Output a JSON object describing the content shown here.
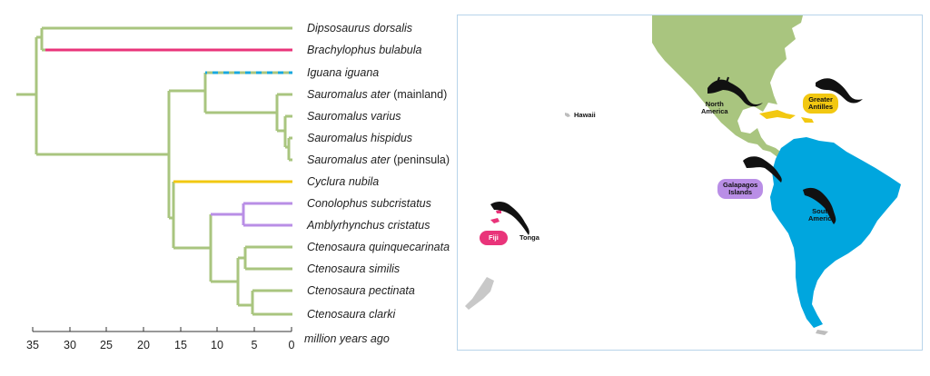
{
  "colors": {
    "tree_default": "#a9c57f",
    "fiji": "#e9347a",
    "greater_antilles": "#f2c811",
    "galapagos": "#b98ee6",
    "south_america": "#00a6de",
    "north_america": "#a9c57f",
    "new_zealand": "#c8c8c8"
  },
  "taxa": [
    {
      "genus": "Dipsosaurus dorsalis",
      "suffix": ""
    },
    {
      "genus": "Brachylophus bulabula",
      "suffix": ""
    },
    {
      "genus": "Iguana iguana",
      "suffix": ""
    },
    {
      "genus": "Sauromalus ater",
      "suffix": " (mainland)"
    },
    {
      "genus": "Sauromalus varius",
      "suffix": ""
    },
    {
      "genus": "Sauromalus hispidus",
      "suffix": ""
    },
    {
      "genus": "Sauromalus ater",
      "suffix": " (peninsula)"
    },
    {
      "genus": "Cyclura nubila",
      "suffix": ""
    },
    {
      "genus": "Conolophus subcristatus",
      "suffix": ""
    },
    {
      "genus": "Amblyrhynchus cristatus",
      "suffix": ""
    },
    {
      "genus": "Ctenosaura quinquecarinata",
      "suffix": ""
    },
    {
      "genus": "Ctenosaura similis",
      "suffix": ""
    },
    {
      "genus": "Ctenosaura pectinata",
      "suffix": ""
    },
    {
      "genus": "Ctenosaura clarki",
      "suffix": ""
    }
  ],
  "axis": {
    "ticks": [
      "35",
      "30",
      "25",
      "20",
      "15",
      "10",
      "5",
      "0"
    ],
    "title": "million years ago"
  },
  "map": {
    "hawaii": "Hawaii",
    "north_america": [
      "North",
      "America"
    ],
    "greater_antilles": [
      "Greater",
      "Antilles"
    ],
    "galapagos": [
      "Galapagos",
      "Islands"
    ],
    "south_america": [
      "South",
      "America"
    ],
    "fiji": "Fiji",
    "tonga": "Tonga"
  }
}
